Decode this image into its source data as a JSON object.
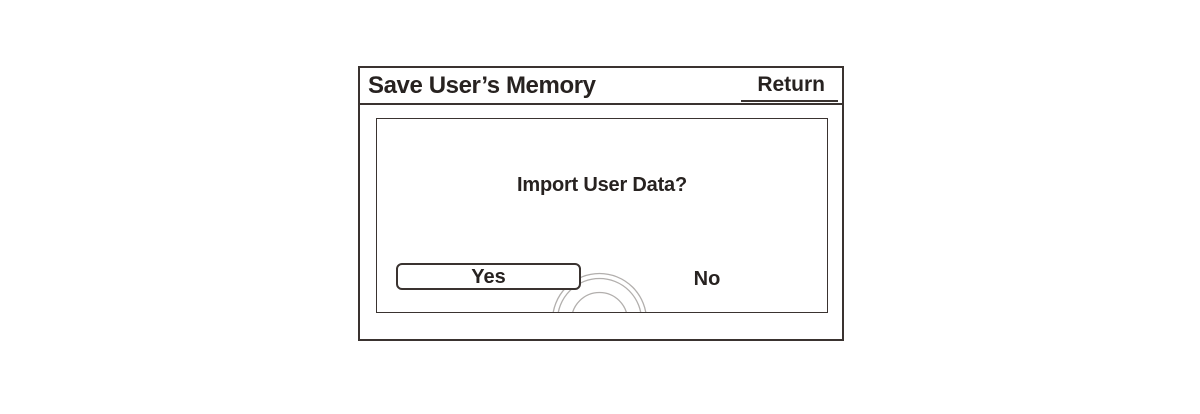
{
  "dialog": {
    "title": "Save User’s Memory",
    "return_label": "Return",
    "question": "Import User Data?",
    "yes_label": "Yes",
    "no_label": "No"
  },
  "icons": {
    "touch_press_indicator": "concentric-arcs"
  },
  "colors": {
    "line": "#3a3330",
    "text": "#272220",
    "arc": "#b2afad",
    "background": "#ffffff"
  }
}
